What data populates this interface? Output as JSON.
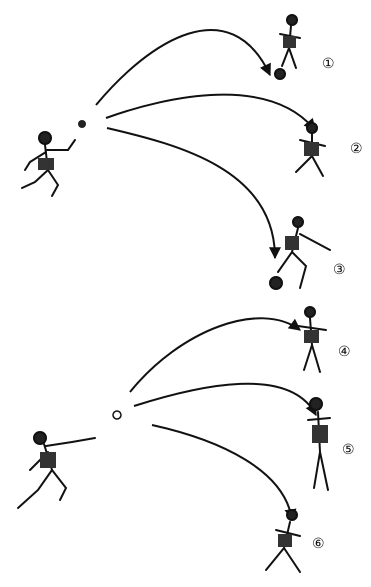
{
  "diagram": {
    "labels": [
      "①",
      "②",
      "③",
      "④",
      "⑤",
      "⑥"
    ]
  },
  "colors": {
    "ink": "#111111",
    "background": "#ffffff"
  }
}
